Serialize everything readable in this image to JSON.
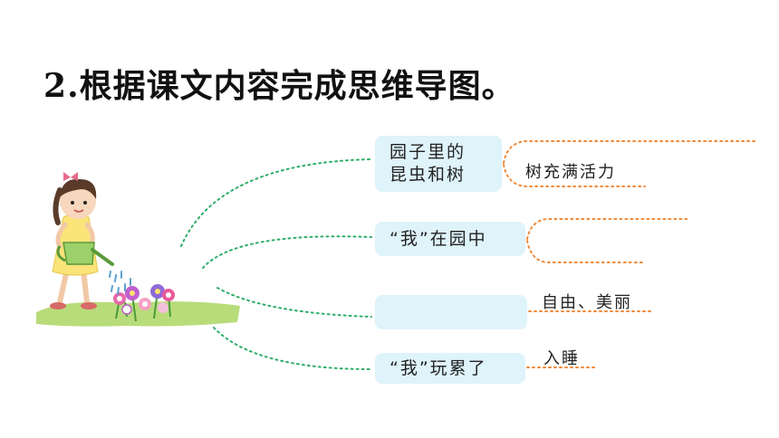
{
  "title": {
    "number": "2",
    "dot": ".",
    "text": "根据课文内容完成思维导图。"
  },
  "boxes": [
    {
      "line1": "园子里的",
      "line2": "昆虫和树"
    },
    {
      "text": "“我”在园中"
    },
    {
      "text": ""
    },
    {
      "text": "“我”玩累了"
    }
  ],
  "answers": [
    {
      "text": "树充满活力"
    },
    {
      "text": ""
    },
    {
      "text": "自由、美丽"
    },
    {
      "text": "入睡"
    }
  ],
  "colors": {
    "box_bg": "#dff3fb",
    "green_dots": "#2fae6a",
    "orange_dots": "#f08a3a",
    "grass": "#b8dc7a"
  },
  "illustration": {
    "subject": "girl-watering-flowers-icon"
  }
}
